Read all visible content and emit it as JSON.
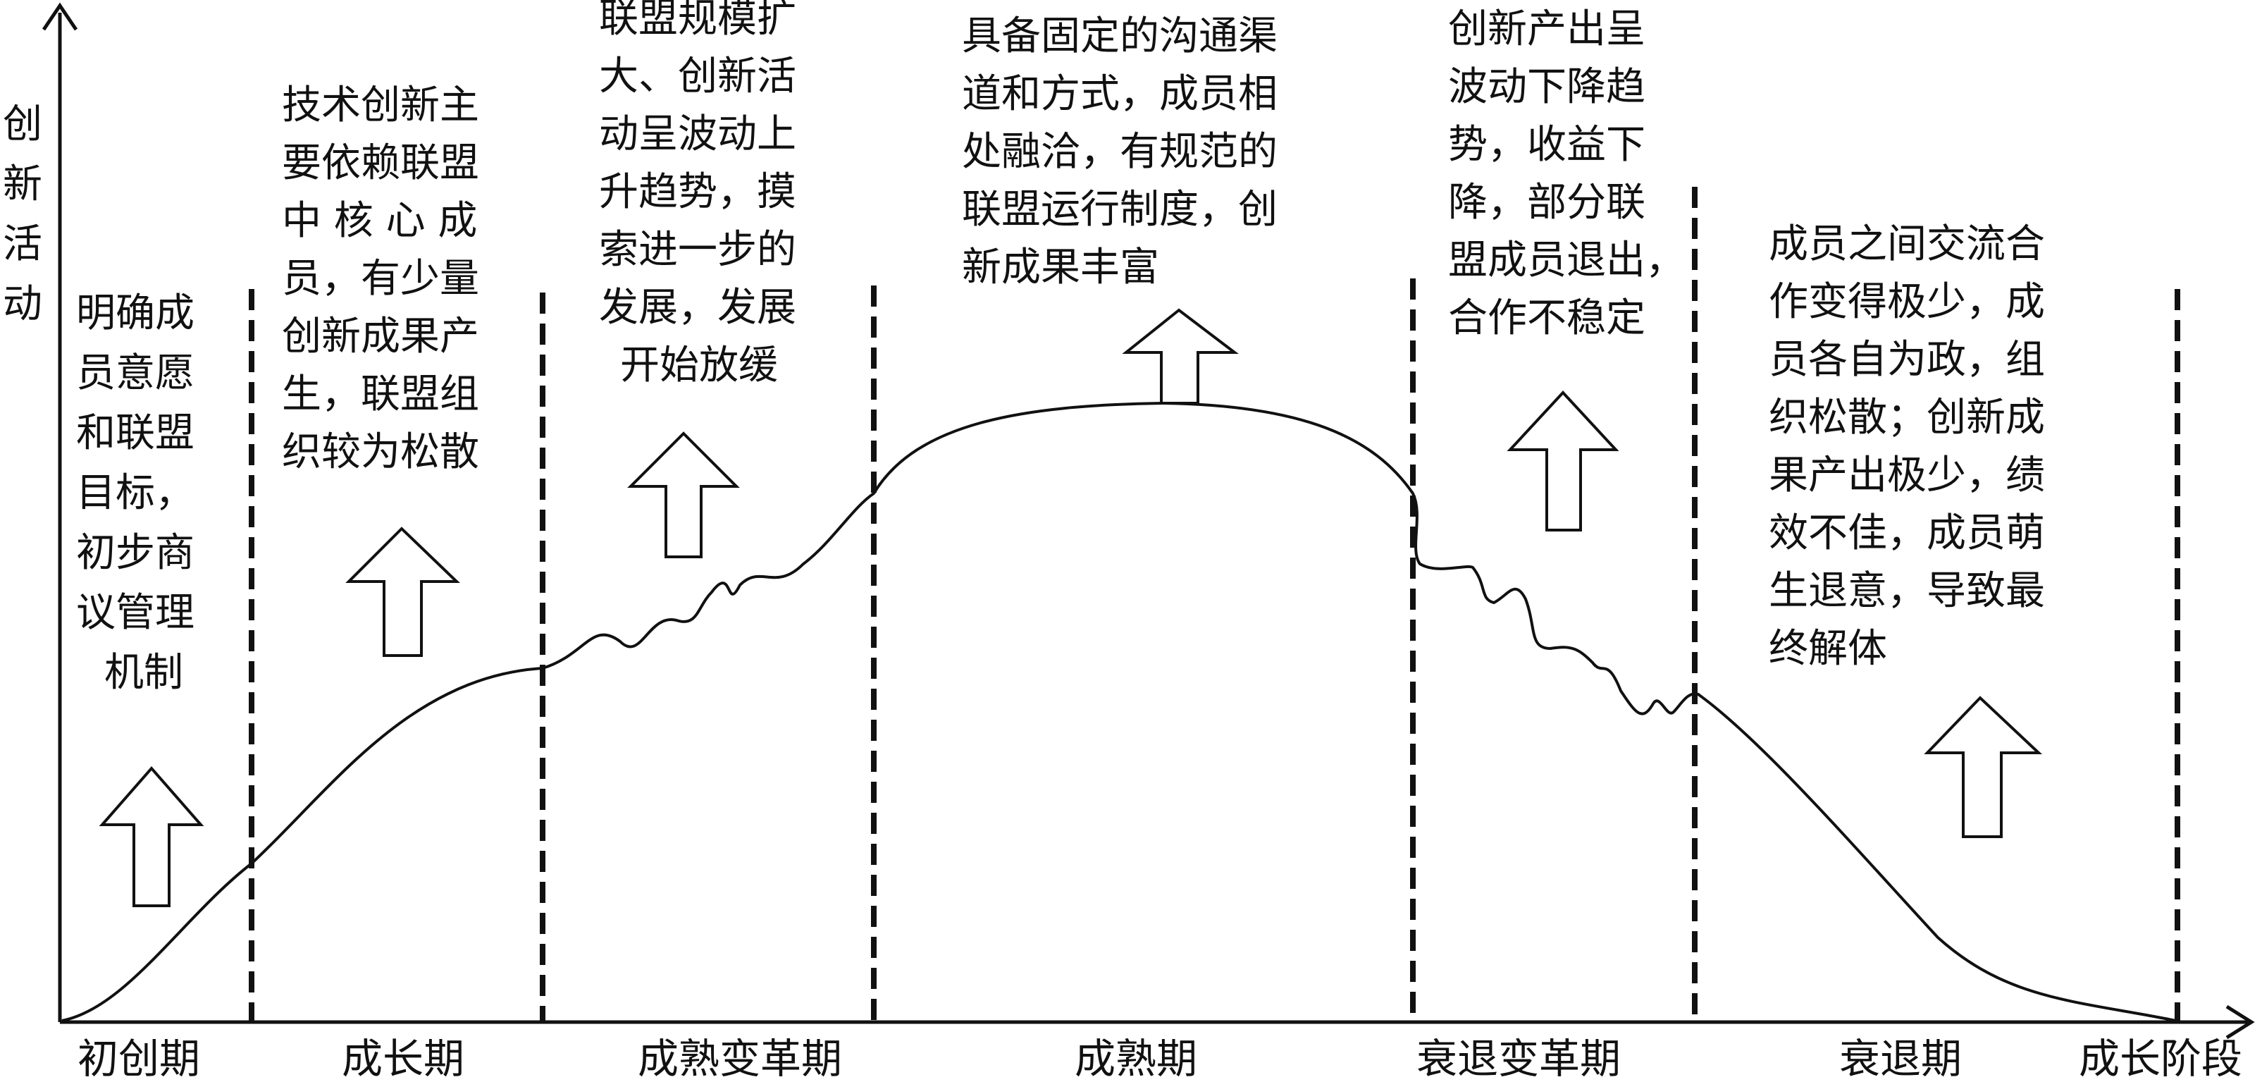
{
  "axes": {
    "y_label": [
      "创",
      "新",
      "活",
      "动"
    ],
    "x_label": "成长阶段"
  },
  "stages": [
    {
      "name": "初创期",
      "description": [
        "明确成",
        "员意愿",
        "和联盟",
        "目标，",
        "初步商",
        "议管理",
        "机制"
      ]
    },
    {
      "name": "成长期",
      "description": [
        "技术创新主",
        "要依赖联盟",
        "中 核 心 成",
        "员，有少量",
        "创新成果产",
        "生，联盟组",
        "织较为松散"
      ]
    },
    {
      "name": "成熟变革期",
      "description": [
        "联盟规模扩",
        "大、创新活",
        "动呈波动上",
        "升趋势，摸",
        "索进一步的",
        "发展，发展",
        "开始放缓"
      ]
    },
    {
      "name": "成熟期",
      "description": [
        "具备固定的沟通渠",
        "道和方式，成员相",
        "处融洽，有规范的",
        "联盟运行制度，创",
        "新成果丰富"
      ]
    },
    {
      "name": "衰退变革期",
      "description": [
        "创新产出呈",
        "波动下降趋",
        "势，收益下",
        "降，部分联",
        "盟成员退出，",
        "合作不稳定"
      ]
    },
    {
      "name": "衰退期",
      "description": [
        "成员之间交流合",
        "作变得极少，成",
        "员各自为政，组",
        "织松散；创新成",
        "果产出极少，绩",
        "效不佳，成员萌",
        "生退意，导致最",
        "终解体"
      ]
    }
  ]
}
